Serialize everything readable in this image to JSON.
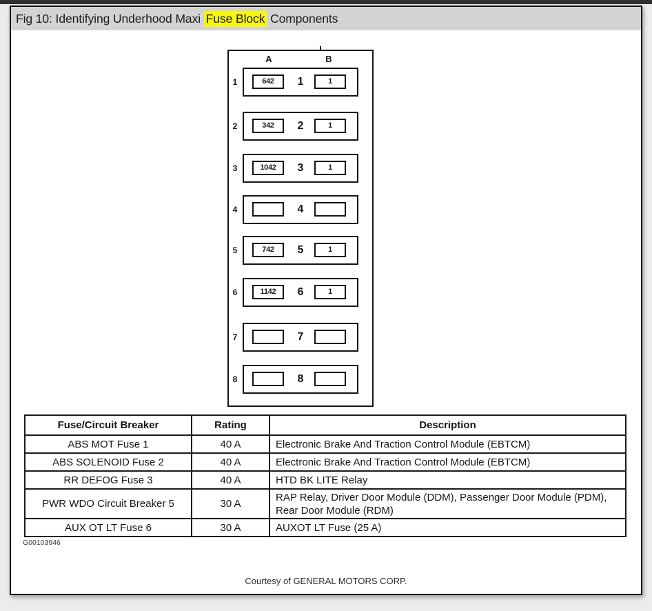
{
  "title": {
    "prefix": "Fig 10: Identifying Underhood Maxi ",
    "highlight": "Fuse Block",
    "suffix": " Components"
  },
  "diagram": {
    "column_labels": [
      "A",
      "B"
    ],
    "rows": [
      {
        "index": "1",
        "a": "642",
        "num": "1",
        "b": "1"
      },
      {
        "index": "2",
        "a": "342",
        "num": "2",
        "b": "1"
      },
      {
        "index": "3",
        "a": "1042",
        "num": "3",
        "b": "1"
      },
      {
        "index": "4",
        "a": "",
        "num": "4",
        "b": ""
      },
      {
        "index": "5",
        "a": "742",
        "num": "5",
        "b": "1"
      },
      {
        "index": "6",
        "a": "1142",
        "num": "6",
        "b": "1"
      },
      {
        "index": "7",
        "a": "",
        "num": "7",
        "b": ""
      },
      {
        "index": "8",
        "a": "",
        "num": "8",
        "b": ""
      }
    ]
  },
  "table": {
    "headers": [
      "Fuse/Circuit Breaker",
      "Rating",
      "Description"
    ],
    "rows": [
      [
        "ABS MOT Fuse 1",
        "40 A",
        "Electronic Brake And Traction Control Module (EBTCM)"
      ],
      [
        "ABS SOLENOID Fuse 2",
        "40 A",
        "Electronic Brake And Traction Control Module (EBTCM)"
      ],
      [
        "RR DEFOG Fuse 3",
        "40 A",
        "HTD BK LITE Relay"
      ],
      [
        "PWR WDO Circuit Breaker 5",
        "30 A",
        "RAP Relay, Driver Door Module (DDM), Passenger Door Module (PDM), Rear Door Module (RDM)"
      ],
      [
        "AUX OT LT Fuse 6",
        "30 A",
        "AUXOT LT Fuse (25 A)"
      ]
    ]
  },
  "footer": {
    "figure_id": "G00103946",
    "courtesy": "Courtesy of GENERAL MOTORS CORP."
  },
  "colors": {
    "highlight": "#f6f611",
    "titlebar_bg": "#d3d3d3",
    "top_edge_bar": "#303030",
    "page_bg": "#ececec",
    "ink": "#141414"
  }
}
